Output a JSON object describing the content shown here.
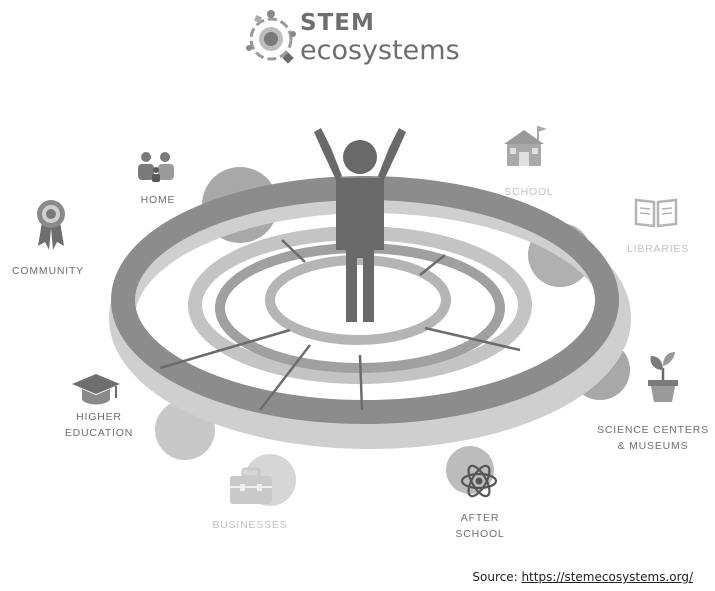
{
  "logo": {
    "title": "STEM",
    "subtitle": "ecosystems"
  },
  "labels": {
    "home": "HOME",
    "school": "SCHOOL",
    "libraries": "LIBRARIES",
    "community": "COMMUNITY",
    "science_centers": "SCIENCE CENTERS\n& MUSEUMS",
    "higher_education": "HIGHER\nEDUCATION",
    "businesses": "BUSINESSES",
    "after_school": "AFTER\nSCHOOL"
  },
  "source": {
    "prefix": "Source: ",
    "link": "https://stemecosystems.org/"
  },
  "colors": {
    "ring": "#8a8a8a",
    "ring_light": "#b5b5b5",
    "figure": "#6a6a6a",
    "text": "#6f6f6f"
  }
}
